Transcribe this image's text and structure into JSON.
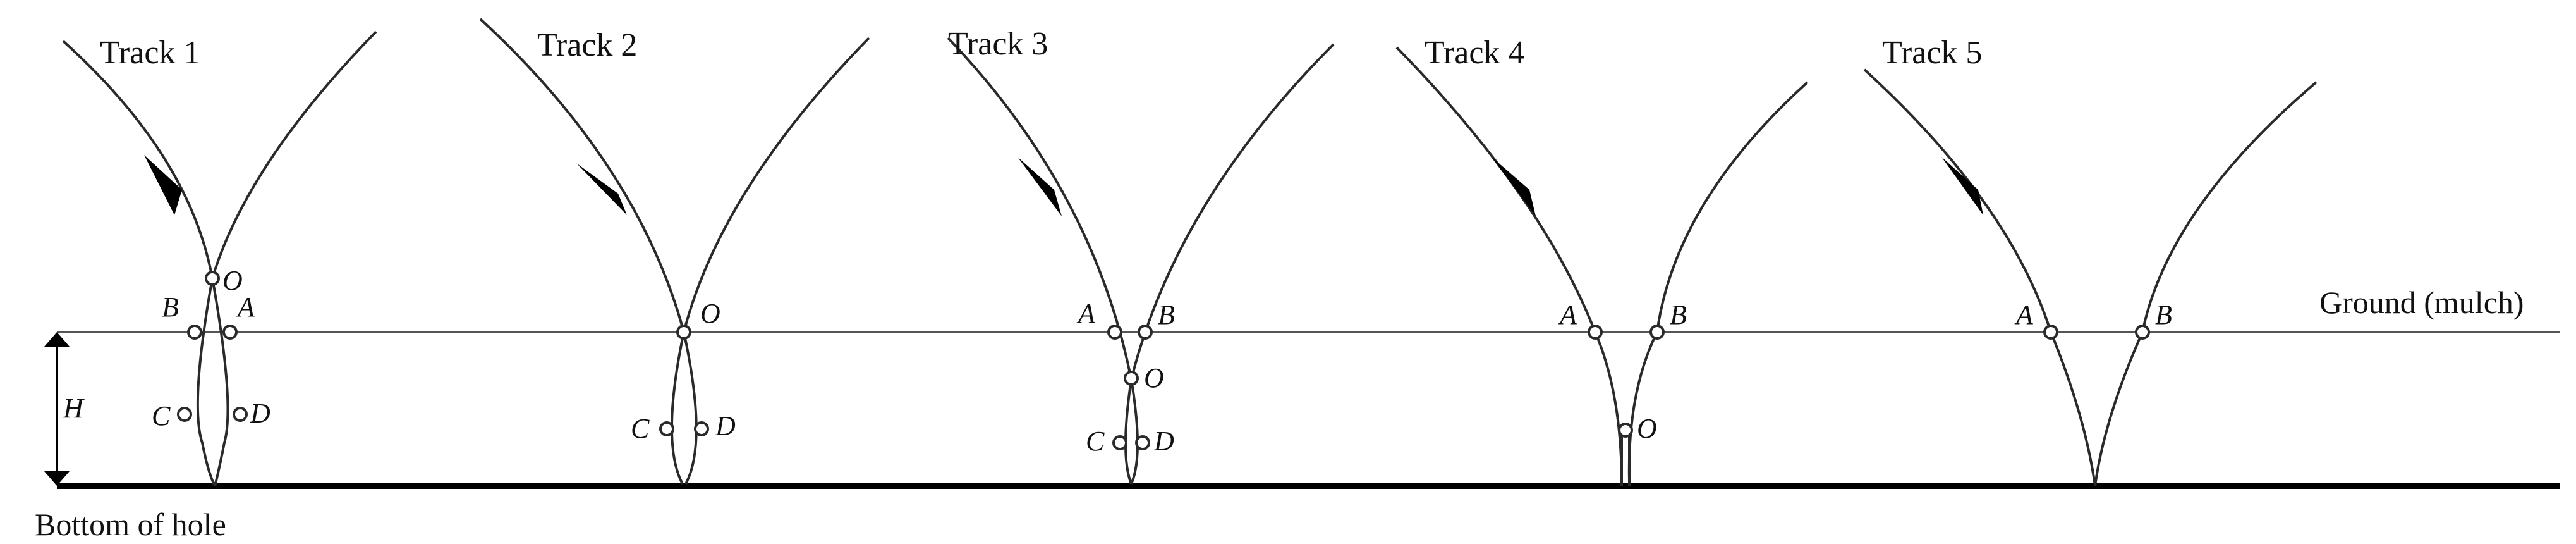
{
  "tracks": [
    {
      "title": "Track 1",
      "points": [
        "O",
        "B",
        "A",
        "C",
        "D"
      ]
    },
    {
      "title": "Track 2",
      "points": [
        "O",
        "C",
        "D"
      ]
    },
    {
      "title": "Track 3",
      "points": [
        "A",
        "B",
        "O",
        "C",
        "D"
      ]
    },
    {
      "title": "Track 4",
      "points": [
        "A",
        "B",
        "O"
      ]
    },
    {
      "title": "Track 5",
      "points": [
        "A",
        "B"
      ]
    }
  ],
  "labels": {
    "ground": "Ground (mulch)",
    "bottom": "Bottom of hole",
    "depth": "H"
  },
  "colors": {
    "line": "#2a2a2a",
    "ground": "#555555",
    "bottom": "#000000"
  }
}
